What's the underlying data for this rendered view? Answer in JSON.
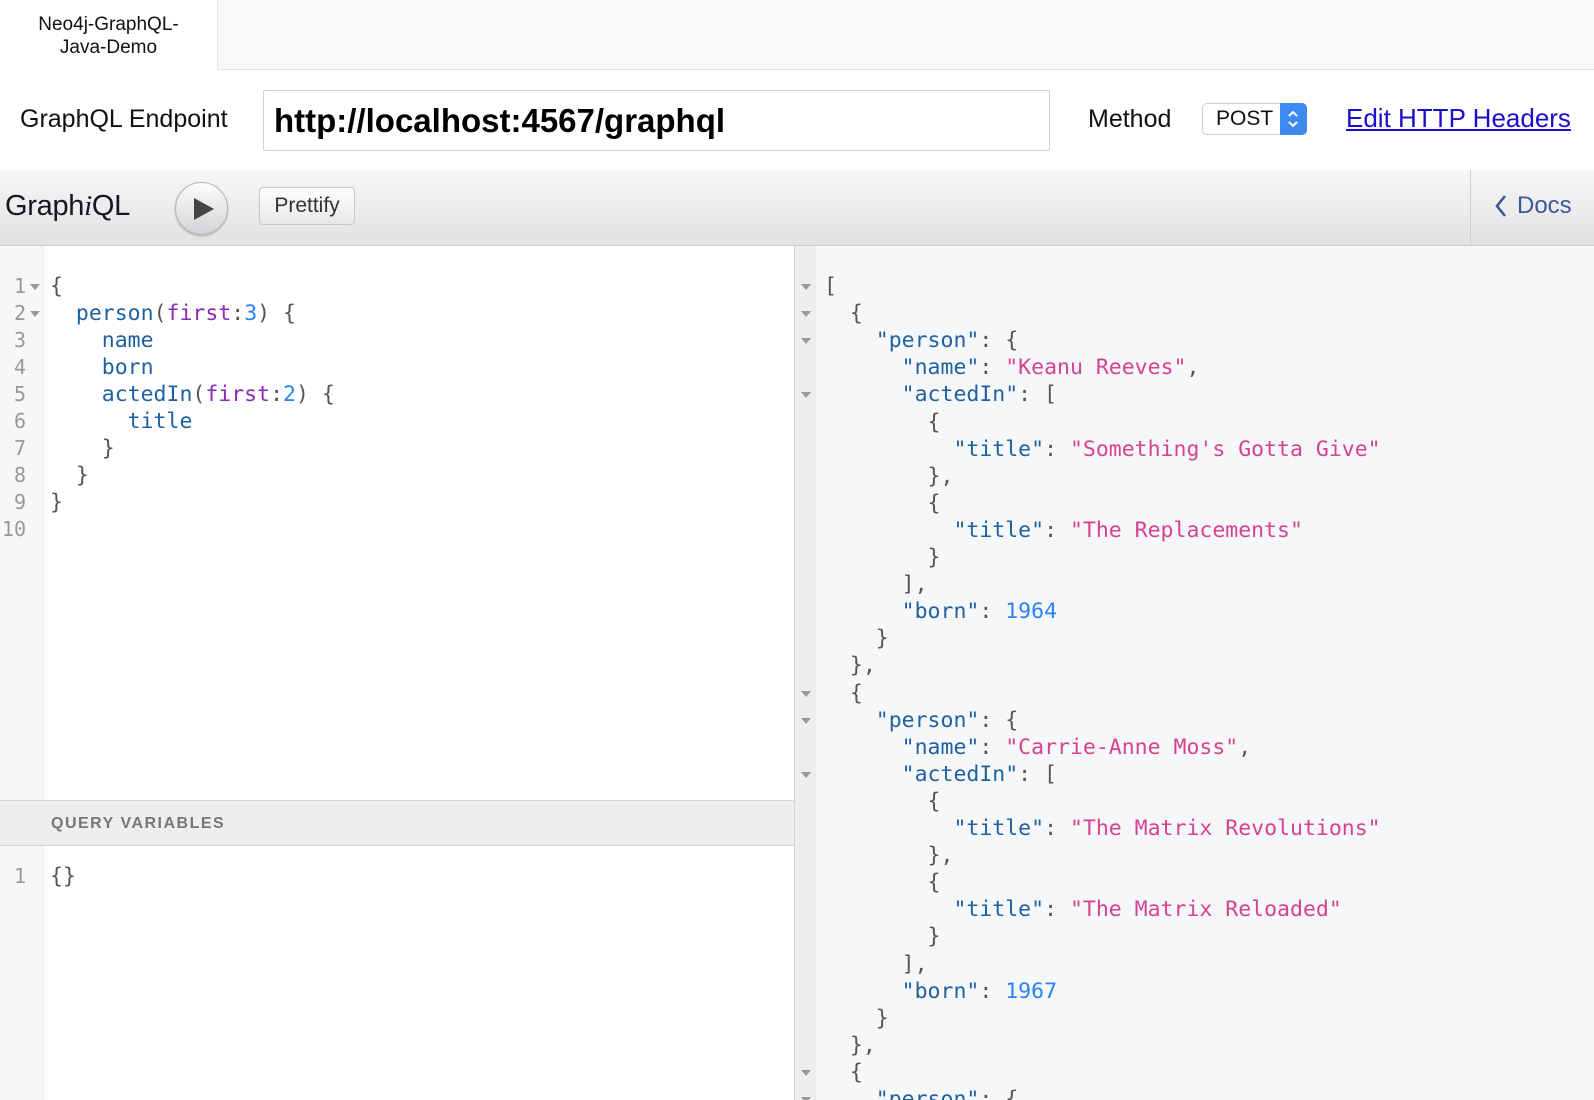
{
  "tab": {
    "title": "Neo4j-GraphQL-Java-Demo"
  },
  "endpoint": {
    "label": "GraphQL Endpoint",
    "url": "http://localhost:4567/graphql",
    "method_label": "Method",
    "method": "POST",
    "edit_headers": "Edit HTTP Headers"
  },
  "toolbar": {
    "title_a": "Graph",
    "title_i": "i",
    "title_b": "QL",
    "prettify": "Prettify",
    "docs": "Docs"
  },
  "query": {
    "line_numbers": [
      "1",
      "2",
      "3",
      "4",
      "5",
      "6",
      "7",
      "8",
      "9",
      "10"
    ],
    "lines": [
      [
        [
          "p",
          "{"
        ]
      ],
      [
        [
          "p",
          "  "
        ],
        [
          "f",
          "person"
        ],
        [
          "p",
          "("
        ],
        [
          "a",
          "first"
        ],
        [
          "p",
          ":"
        ],
        [
          "n",
          "3"
        ],
        [
          "p",
          ") {"
        ]
      ],
      [
        [
          "p",
          "    "
        ],
        [
          "f",
          "name"
        ]
      ],
      [
        [
          "p",
          "    "
        ],
        [
          "f",
          "born"
        ]
      ],
      [
        [
          "p",
          "    "
        ],
        [
          "f",
          "actedIn"
        ],
        [
          "p",
          "("
        ],
        [
          "a",
          "first"
        ],
        [
          "p",
          ":"
        ],
        [
          "n",
          "2"
        ],
        [
          "p",
          ") {"
        ]
      ],
      [
        [
          "p",
          "      "
        ],
        [
          "f",
          "title"
        ]
      ],
      [
        [
          "p",
          "    }"
        ]
      ],
      [
        [
          "p",
          "  }"
        ]
      ],
      [
        [
          "p",
          "}"
        ]
      ],
      []
    ]
  },
  "variables": {
    "header": "QUERY VARIABLES",
    "line_numbers": [
      "1"
    ],
    "lines": [
      [
        [
          "p",
          "{}"
        ]
      ]
    ]
  },
  "result": {
    "lines": [
      [
        [
          "p",
          "["
        ]
      ],
      [
        [
          "p",
          "  {"
        ]
      ],
      [
        [
          "p",
          "    "
        ],
        [
          "k",
          "\"person\""
        ],
        [
          "p",
          ": {"
        ]
      ],
      [
        [
          "p",
          "      "
        ],
        [
          "k",
          "\"name\""
        ],
        [
          "p",
          ": "
        ],
        [
          "s",
          "\"Keanu Reeves\""
        ],
        [
          "p",
          ","
        ]
      ],
      [
        [
          "p",
          "      "
        ],
        [
          "k",
          "\"actedIn\""
        ],
        [
          "p",
          ": ["
        ]
      ],
      [
        [
          "p",
          "        {"
        ]
      ],
      [
        [
          "p",
          "          "
        ],
        [
          "k",
          "\"title\""
        ],
        [
          "p",
          ": "
        ],
        [
          "s",
          "\"Something's Gotta Give\""
        ]
      ],
      [
        [
          "p",
          "        },"
        ]
      ],
      [
        [
          "p",
          "        {"
        ]
      ],
      [
        [
          "p",
          "          "
        ],
        [
          "k",
          "\"title\""
        ],
        [
          "p",
          ": "
        ],
        [
          "s",
          "\"The Replacements\""
        ]
      ],
      [
        [
          "p",
          "        }"
        ]
      ],
      [
        [
          "p",
          "      ],"
        ]
      ],
      [
        [
          "p",
          "      "
        ],
        [
          "k",
          "\"born\""
        ],
        [
          "p",
          ": "
        ],
        [
          "n",
          "1964"
        ]
      ],
      [
        [
          "p",
          "    }"
        ]
      ],
      [
        [
          "p",
          "  },"
        ]
      ],
      [
        [
          "p",
          "  {"
        ]
      ],
      [
        [
          "p",
          "    "
        ],
        [
          "k",
          "\"person\""
        ],
        [
          "p",
          ": {"
        ]
      ],
      [
        [
          "p",
          "      "
        ],
        [
          "k",
          "\"name\""
        ],
        [
          "p",
          ": "
        ],
        [
          "s",
          "\"Carrie-Anne Moss\""
        ],
        [
          "p",
          ","
        ]
      ],
      [
        [
          "p",
          "      "
        ],
        [
          "k",
          "\"actedIn\""
        ],
        [
          "p",
          ": ["
        ]
      ],
      [
        [
          "p",
          "        {"
        ]
      ],
      [
        [
          "p",
          "          "
        ],
        [
          "k",
          "\"title\""
        ],
        [
          "p",
          ": "
        ],
        [
          "s",
          "\"The Matrix Revolutions\""
        ]
      ],
      [
        [
          "p",
          "        },"
        ]
      ],
      [
        [
          "p",
          "        {"
        ]
      ],
      [
        [
          "p",
          "          "
        ],
        [
          "k",
          "\"title\""
        ],
        [
          "p",
          ": "
        ],
        [
          "s",
          "\"The Matrix Reloaded\""
        ]
      ],
      [
        [
          "p",
          "        }"
        ]
      ],
      [
        [
          "p",
          "      ],"
        ]
      ],
      [
        [
          "p",
          "      "
        ],
        [
          "k",
          "\"born\""
        ],
        [
          "p",
          ": "
        ],
        [
          "n",
          "1967"
        ]
      ],
      [
        [
          "p",
          "    }"
        ]
      ],
      [
        [
          "p",
          "  },"
        ]
      ],
      [
        [
          "p",
          "  {"
        ]
      ],
      [
        [
          "p",
          "    "
        ],
        [
          "k",
          "\"person\""
        ],
        [
          "p",
          ": {"
        ]
      ]
    ]
  }
}
